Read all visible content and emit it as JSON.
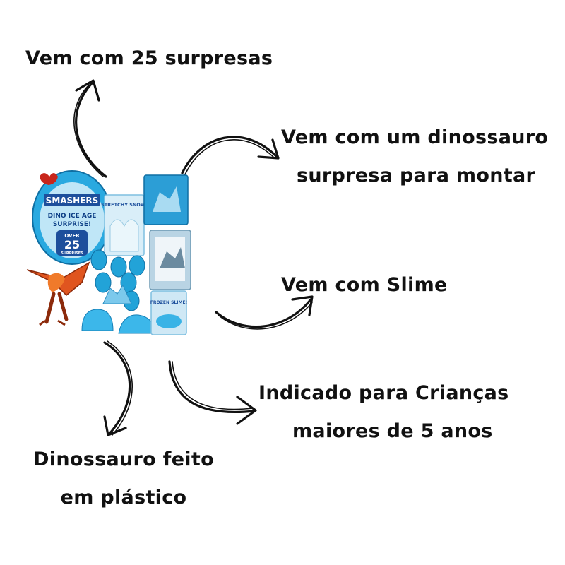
{
  "annotations": {
    "surprises": "Vem com 25 surpresas",
    "dino_line1": "Vem com um dinossauro",
    "dino_line2": "surpresa para montar",
    "slime": "Vem com Slime",
    "age_line1": "Indicado para Crianças",
    "age_line2": "maiores de 5 anos",
    "material_line1": "Dinossauro feito",
    "material_line2": "em plástico"
  },
  "product": {
    "brand": "SMASHERS",
    "subtitle1": "DINO ICE AGE",
    "subtitle2": "SURPRISE!",
    "badge_top": "OVER",
    "badge_number": "25",
    "badge_bottom": "SURPRISES",
    "pack1": "STRETCHY SNOW!",
    "pack2": "FROZEN SLIME!",
    "colors": {
      "ice_blue": "#29a9e0",
      "light_blue": "#bfe6f7",
      "dino_orange": "#e0551f",
      "dino_red": "#c8261b",
      "egg_blue": "#22a3d8"
    }
  },
  "arrow_color": "#111111"
}
